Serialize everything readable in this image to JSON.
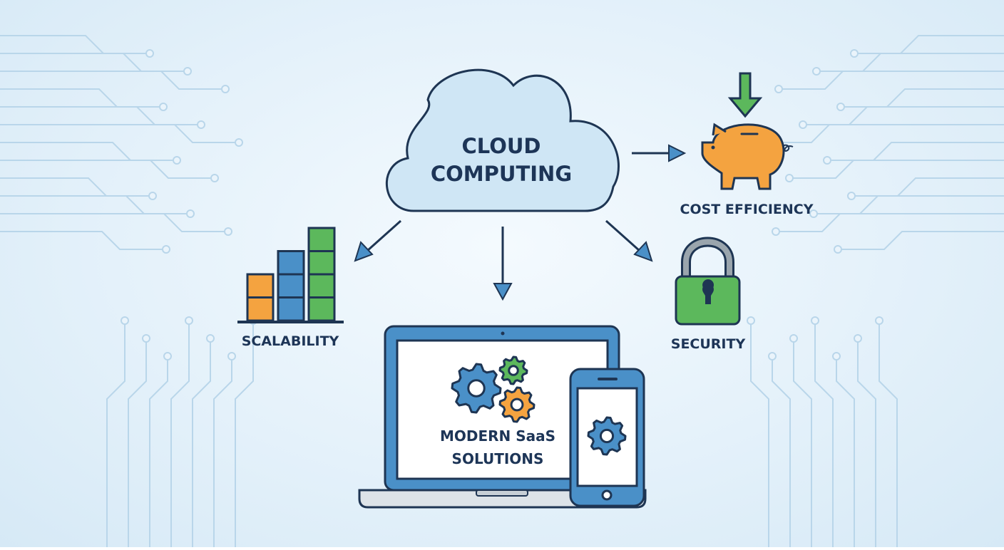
{
  "center": {
    "line1": "CLOUD",
    "line2": "COMPUTING"
  },
  "benefits": {
    "cost": {
      "label": "COST EFFICIENCY",
      "icon": "piggy-bank-icon"
    },
    "security": {
      "label": "SECURITY",
      "icon": "padlock-icon"
    },
    "scalability": {
      "label": "SCALABILITY",
      "icon": "bar-chart-icon"
    },
    "saas": {
      "line1": "MODERN SaaS",
      "line2": "SOLUTIONS",
      "icon": "laptop-phone-gears-icon"
    }
  },
  "colors": {
    "outline": "#1e3553",
    "text": "#1d3557",
    "cloud": "#cfe6f5",
    "blue": "#4a90c8",
    "green": "#5cb85c",
    "orange": "#f4a340",
    "circuit": "#b9d6ea"
  }
}
